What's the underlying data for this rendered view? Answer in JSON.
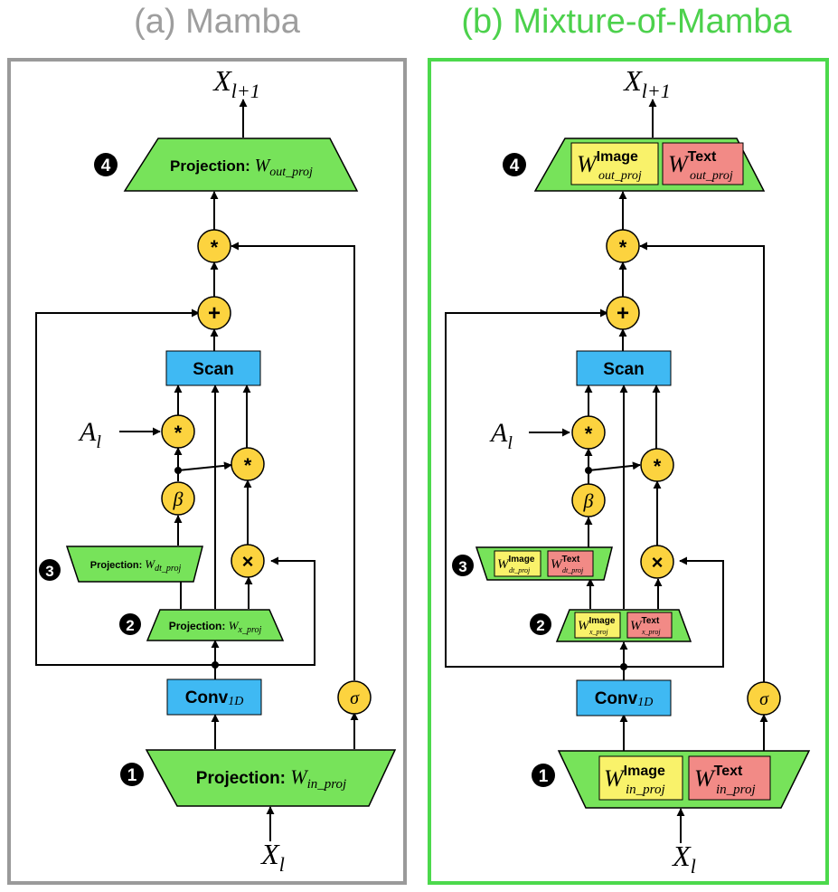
{
  "colors": {
    "panel_a_title": "#9e9e9e",
    "panel_b_title": "#4cd14c",
    "panel_a_border": "#9a9a9a",
    "panel_b_border": "#4cd94c",
    "projection_fill": "#77e35a",
    "block_fill": "#3fb9f3",
    "operator_fill": "#fcd33f",
    "image_fill": "#f9f26a",
    "text_fill": "#f28a86",
    "line": "#000000"
  },
  "panels": [
    {
      "title": "(a) Mamba",
      "output": {
        "base": "X",
        "sub": "l+1"
      },
      "input": {
        "base": "X",
        "sub": "l"
      },
      "a_label": {
        "base": "A",
        "sub": "l"
      },
      "scan_label": "Scan",
      "conv_label": {
        "base": "Conv",
        "sub": "1D"
      },
      "operators": {
        "mul": "*",
        "add": "+",
        "times": "×",
        "beta": "β",
        "sigma": "σ"
      },
      "steps": [
        "1",
        "2",
        "3",
        "4"
      ],
      "proj_out": {
        "prefix": "Projection: ",
        "base": "W",
        "sub": "out_proj"
      },
      "proj_dt": {
        "prefix": "Projection: ",
        "base": "W",
        "sub": "dt_proj"
      },
      "proj_x": {
        "prefix": "Projection: ",
        "base": "W",
        "sub": "x_proj"
      },
      "proj_in": {
        "prefix": "Projection: ",
        "base": "W",
        "sub": "in_proj"
      }
    },
    {
      "title": "(b) Mixture-of-Mamba",
      "output": {
        "base": "X",
        "sub": "l+1"
      },
      "input": {
        "base": "X",
        "sub": "l"
      },
      "a_label": {
        "base": "A",
        "sub": "l"
      },
      "scan_label": "Scan",
      "conv_label": {
        "base": "Conv",
        "sub": "1D"
      },
      "operators": {
        "mul": "*",
        "add": "+",
        "times": "×",
        "beta": "β",
        "sigma": "σ"
      },
      "steps": [
        "1",
        "2",
        "3",
        "4"
      ],
      "modalities": {
        "image": "Image",
        "text": "Text"
      },
      "proj_out": {
        "base": "W",
        "sub": "out_proj"
      },
      "proj_dt": {
        "base": "W",
        "sub": "dt_proj"
      },
      "proj_x": {
        "base": "W",
        "sub": "x_proj"
      },
      "proj_in": {
        "base": "W",
        "sub": "in_proj"
      }
    }
  ]
}
